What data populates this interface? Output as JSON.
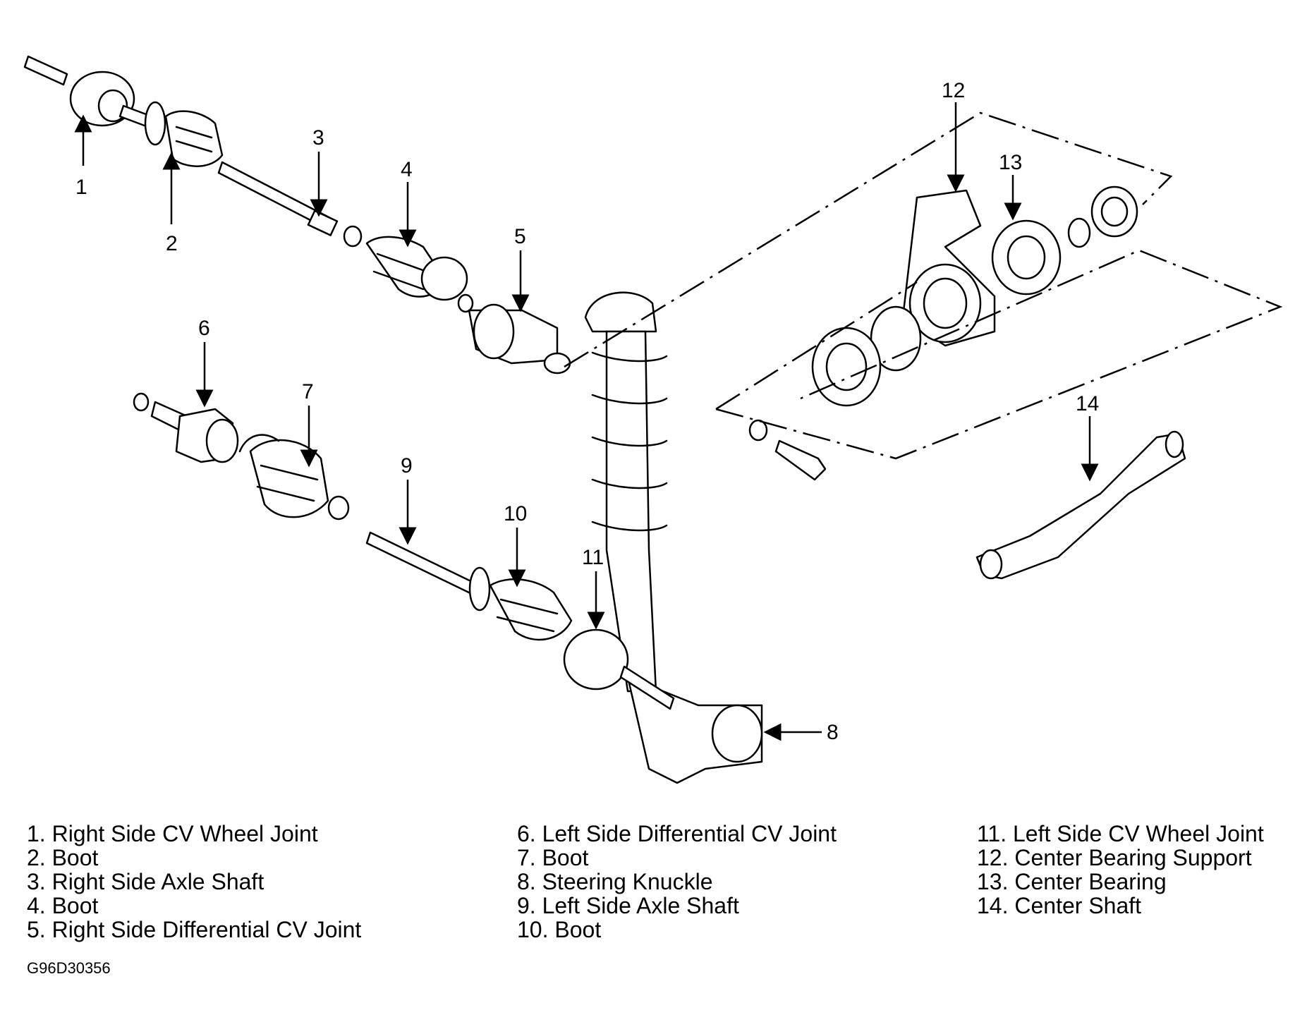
{
  "callouts": [
    "1",
    "2",
    "3",
    "4",
    "5",
    "6",
    "7",
    "8",
    "9",
    "10",
    "11",
    "12",
    "13",
    "14"
  ],
  "legend": [
    [
      "1. Right Side CV Wheel Joint",
      "2. Boot",
      "3. Right Side Axle Shaft",
      "4. Boot",
      "5. Right Side Differential CV Joint"
    ],
    [
      "6. Left Side Differential CV Joint",
      "7. Boot",
      "8. Steering Knuckle",
      "9. Left Side Axle Shaft",
      "10. Boot"
    ],
    [
      "11. Left Side CV Wheel Joint",
      "12. Center Bearing Support",
      "13. Center Bearing",
      "14. Center Shaft"
    ]
  ],
  "figure_code": "G96D30356"
}
